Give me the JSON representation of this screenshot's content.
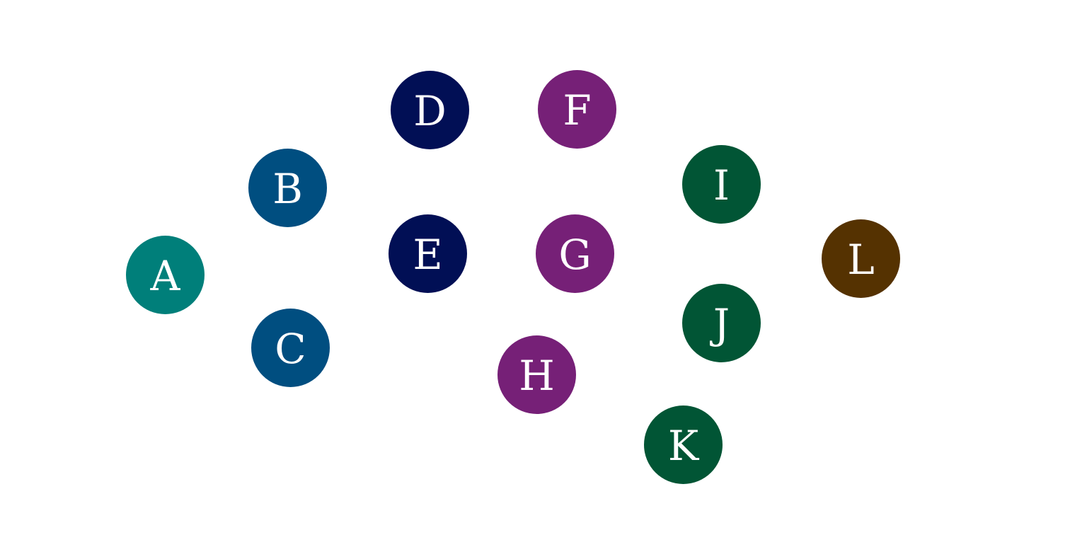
{
  "nodes": [
    {
      "id": "A",
      "label": "A",
      "color": "#007f7a"
    },
    {
      "id": "B",
      "label": "B",
      "color": "#004e80"
    },
    {
      "id": "C",
      "label": "C",
      "color": "#004e80"
    },
    {
      "id": "D",
      "label": "D",
      "color": "#010f55"
    },
    {
      "id": "E",
      "label": "E",
      "color": "#010f55"
    },
    {
      "id": "F",
      "label": "F",
      "color": "#762077"
    },
    {
      "id": "G",
      "label": "G",
      "color": "#762077"
    },
    {
      "id": "H",
      "label": "H",
      "color": "#762077"
    },
    {
      "id": "I",
      "label": "I",
      "color": "#015535"
    },
    {
      "id": "J",
      "label": "J",
      "color": "#015535"
    },
    {
      "id": "K",
      "label": "K",
      "color": "#015535"
    },
    {
      "id": "L",
      "label": "L",
      "color": "#553201"
    }
  ]
}
